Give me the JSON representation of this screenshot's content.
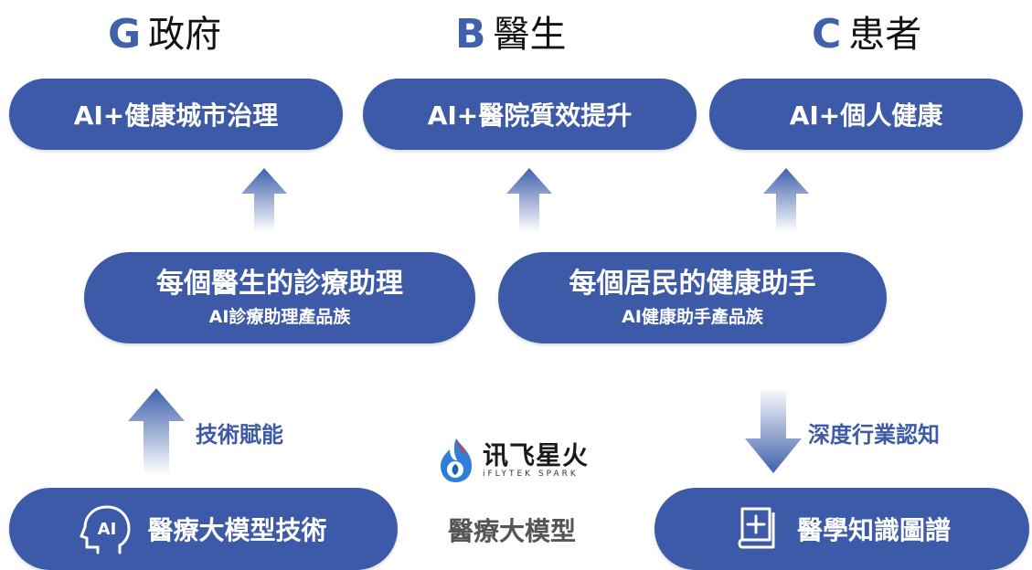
{
  "headers": [
    {
      "letter": "G",
      "text": "政府"
    },
    {
      "letter": "B",
      "text": "醫生"
    },
    {
      "letter": "C",
      "text": "患者"
    }
  ],
  "top_pills": [
    "AI+健康城市治理",
    "AI+醫院質效提升",
    "AI+個人健康"
  ],
  "mid_pills": [
    {
      "title": "每個醫生的診療助理",
      "subtitle": "AI診療助理產品族"
    },
    {
      "title": "每個居民的健康助手",
      "subtitle": "AI健康助手產品族"
    }
  ],
  "left_arrow_label": "技術賦能",
  "right_arrow_label": "深度行業認知",
  "brand": {
    "name": "讯飞星火",
    "sub": "iFLYTEK SPARK"
  },
  "center_label": "醫療大模型",
  "bottom_left": {
    "icon": "ai-head-icon",
    "label": "醫療大模型技術"
  },
  "bottom_right": {
    "icon": "knowledge-book-icon",
    "label": "醫學知識圖譜"
  },
  "colors": {
    "primary": "#3d5aa8",
    "arrow": "#3f61ab"
  }
}
